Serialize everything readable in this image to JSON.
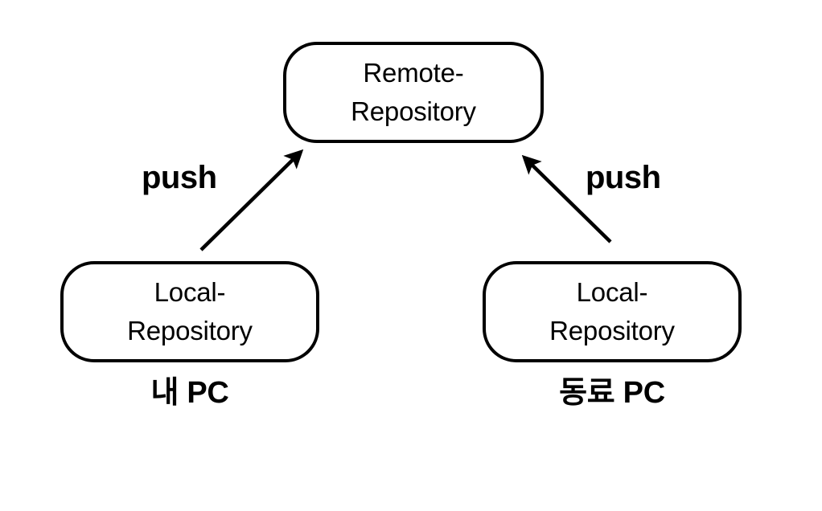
{
  "diagram": {
    "title": "Git push flow: local repositories pushing to a shared remote repository",
    "background_color": "#ffffff",
    "stroke_color": "#000000",
    "nodes": [
      {
        "id": "remote",
        "line1": "Remote-",
        "line2": "Repository",
        "shape": "rounded-rectangle"
      },
      {
        "id": "local_mine",
        "line1": "Local-",
        "line2": "Repository",
        "shape": "rounded-rectangle"
      },
      {
        "id": "local_peer",
        "line1": "Local-",
        "line2": "Repository",
        "shape": "rounded-rectangle"
      }
    ],
    "edges": [
      {
        "id": "push_left",
        "label": "push",
        "from": "local_mine",
        "to": "remote",
        "direction": "up-right",
        "arrowhead": "solid-triangle"
      },
      {
        "id": "push_right",
        "label": "push",
        "from": "local_peer",
        "to": "remote",
        "direction": "up-left",
        "arrowhead": "solid-triangle"
      }
    ],
    "captions": [
      {
        "id": "mine",
        "text": "내 PC"
      },
      {
        "id": "peer",
        "text": "동료 PC"
      }
    ]
  }
}
